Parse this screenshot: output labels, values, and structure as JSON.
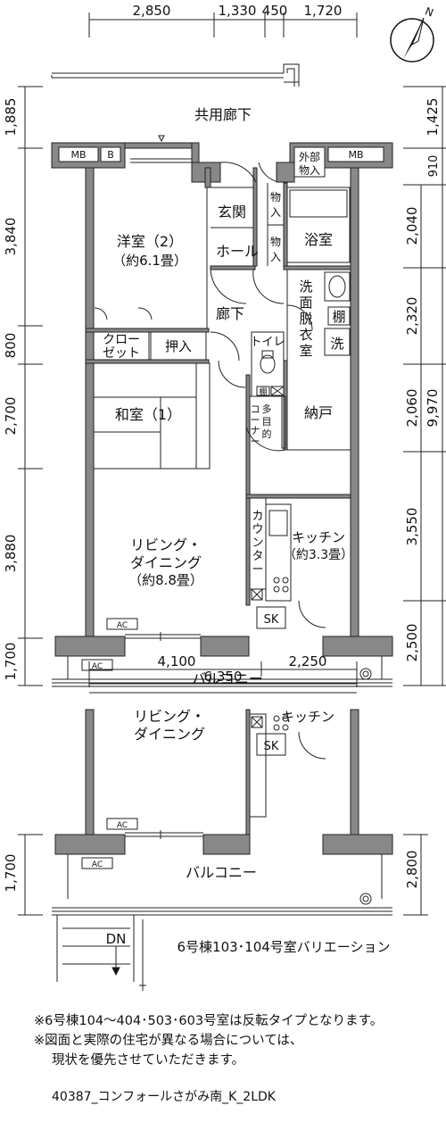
{
  "dims": {
    "top": [
      "2,850",
      "1,330",
      "450",
      "1,720"
    ],
    "left": [
      "1,885",
      "3,840",
      "800",
      "2,700",
      "3,880",
      "1,700"
    ],
    "right": [
      "1,425",
      "910",
      "2,040",
      "2,320",
      "2,060",
      "3,550",
      "2,500"
    ],
    "right_total": "9,970",
    "bottom": [
      "4,100",
      "2,250"
    ],
    "bottom_total": "6,350",
    "variation_left": "1,700",
    "variation_right": "2,800"
  },
  "compass": "N",
  "rooms": {
    "corridor": "共用廊下",
    "mb": "MB",
    "b": "B",
    "storage_out": [
      "外部",
      "物入"
    ],
    "entrance": "玄関",
    "hall": "ホール",
    "closet1": [
      "物",
      "入"
    ],
    "closet2": [
      "物",
      "入"
    ],
    "bath": "浴室",
    "western": [
      "洋室（2）",
      "（約6.1畳）"
    ],
    "closet_w": [
      "クロー",
      "ゼット"
    ],
    "oshiire": "押入",
    "hallway": "廊下",
    "toilet": "トイレ",
    "shelf_small": "棚",
    "washroom": [
      "洗",
      "面",
      "脱",
      "衣",
      "室"
    ],
    "shelf": "棚",
    "washer": "洗",
    "japanese": "和室（1）",
    "multi_corner": [
      "多",
      "目",
      "的",
      "コ",
      "ー",
      "ナ",
      "ー"
    ],
    "nando": "納戸",
    "counter": [
      "カ",
      "ウ",
      "ン",
      "タ",
      "ー"
    ],
    "kitchen": [
      "キッチン",
      "（約3.3畳）"
    ],
    "living": [
      "リビング・",
      "ダイニング",
      "（約8.8畳）"
    ],
    "sk": "SK",
    "ac": "AC",
    "balcony": "バルコニー"
  },
  "variation": {
    "living": [
      "リビング・",
      "ダイニング"
    ],
    "kitchen": "キッチン",
    "sk": "SK",
    "ac": "AC",
    "balcony": "バルコニー",
    "dn": "DN",
    "caption": "6号棟103･104号室バリエーション"
  },
  "notes": [
    "※6号棟104〜404･503･603号室は反転タイプとなります。",
    "※図面と実際の住宅が異なる場合については、",
    "現状を優先させていただきます。"
  ],
  "code": "40387_コンフォールさがみ南_K_2LDK"
}
